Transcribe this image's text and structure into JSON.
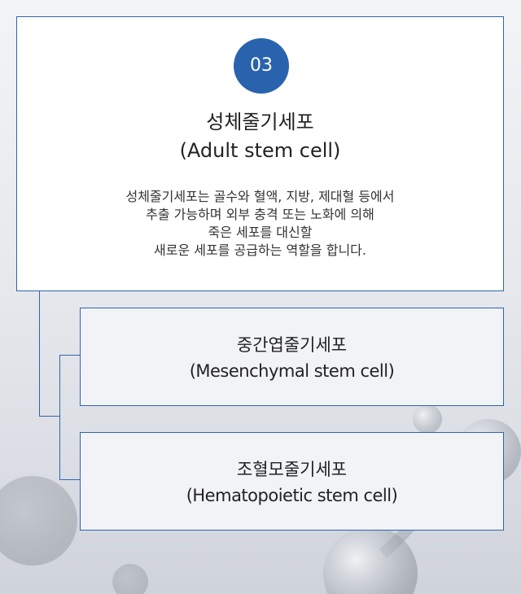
{
  "colors": {
    "accent": "#2a63ad",
    "border": "#2f64b0",
    "main_card_bg": "#ffffff",
    "sub_card_bg": "#f1f3f7"
  },
  "main_card": {
    "badge": "03",
    "title": "성체줄기세포",
    "subtitle": "(Adult stem cell)",
    "description": [
      "성체줄기세포는 골수와 혈액, 지방, 제대혈 등에서",
      "추출 가능하며 외부 충격 또는 노화에 의해",
      "죽은 세포를 대신할",
      "새로운 세포를 공급하는 역할을 합니다."
    ]
  },
  "sub_cards": [
    {
      "title": "중간엽줄기세포",
      "subtitle": "(Mesenchymal stem cell)"
    },
    {
      "title": "조혈모줄기세포",
      "subtitle": "(Hematopoietic stem cell)"
    }
  ]
}
